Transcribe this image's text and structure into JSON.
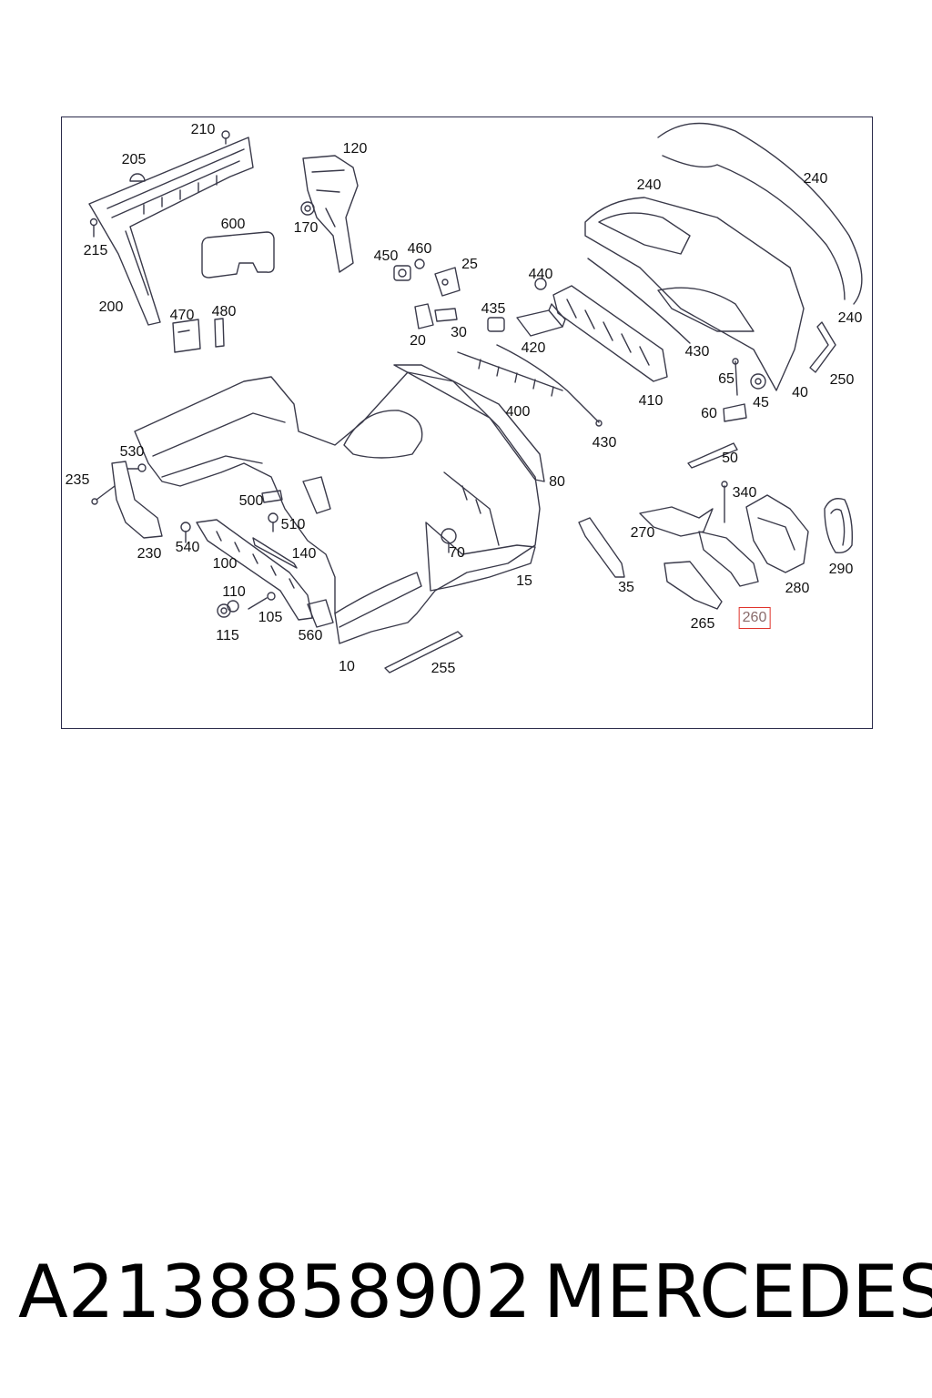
{
  "diagram": {
    "callouts": [
      {
        "id": "210",
        "text": "210"
      },
      {
        "id": "205",
        "text": "205"
      },
      {
        "id": "215",
        "text": "215"
      },
      {
        "id": "200",
        "text": "200"
      },
      {
        "id": "600",
        "text": "600"
      },
      {
        "id": "470",
        "text": "470"
      },
      {
        "id": "480",
        "text": "480"
      },
      {
        "id": "120",
        "text": "120"
      },
      {
        "id": "170",
        "text": "170"
      },
      {
        "id": "450",
        "text": "450"
      },
      {
        "id": "460",
        "text": "460"
      },
      {
        "id": "25",
        "text": "25"
      },
      {
        "id": "435",
        "text": "435"
      },
      {
        "id": "30",
        "text": "30"
      },
      {
        "id": "20",
        "text": "20"
      },
      {
        "id": "420",
        "text": "420"
      },
      {
        "id": "440",
        "text": "440"
      },
      {
        "id": "400",
        "text": "400"
      },
      {
        "id": "430a",
        "text": "430"
      },
      {
        "id": "430b",
        "text": "430"
      },
      {
        "id": "410",
        "text": "410"
      },
      {
        "id": "240a",
        "text": "240"
      },
      {
        "id": "240b",
        "text": "240"
      },
      {
        "id": "240c",
        "text": "240"
      },
      {
        "id": "250",
        "text": "250"
      },
      {
        "id": "40",
        "text": "40"
      },
      {
        "id": "45",
        "text": "45"
      },
      {
        "id": "65",
        "text": "65"
      },
      {
        "id": "60",
        "text": "60"
      },
      {
        "id": "50",
        "text": "50"
      },
      {
        "id": "80",
        "text": "80"
      },
      {
        "id": "530",
        "text": "530"
      },
      {
        "id": "235",
        "text": "235"
      },
      {
        "id": "230",
        "text": "230"
      },
      {
        "id": "540",
        "text": "540"
      },
      {
        "id": "500",
        "text": "500"
      },
      {
        "id": "510",
        "text": "510"
      },
      {
        "id": "140",
        "text": "140"
      },
      {
        "id": "100",
        "text": "100"
      },
      {
        "id": "110",
        "text": "110"
      },
      {
        "id": "105",
        "text": "105"
      },
      {
        "id": "115",
        "text": "115"
      },
      {
        "id": "560",
        "text": "560"
      },
      {
        "id": "10",
        "text": "10"
      },
      {
        "id": "255",
        "text": "255"
      },
      {
        "id": "70",
        "text": "70"
      },
      {
        "id": "15",
        "text": "15"
      },
      {
        "id": "35",
        "text": "35"
      },
      {
        "id": "270",
        "text": "270"
      },
      {
        "id": "340",
        "text": "340"
      },
      {
        "id": "280",
        "text": "280"
      },
      {
        "id": "290",
        "text": "290"
      },
      {
        "id": "265",
        "text": "265"
      },
      {
        "id": "260",
        "text": "260",
        "highlighted": true
      }
    ]
  },
  "footer": {
    "part_number": "A2138858902",
    "brand": "MERCEDES"
  },
  "colors": {
    "line": "#3a3a4a",
    "highlight_border": "#e0342c",
    "highlight_text": "#8a6b6b"
  }
}
